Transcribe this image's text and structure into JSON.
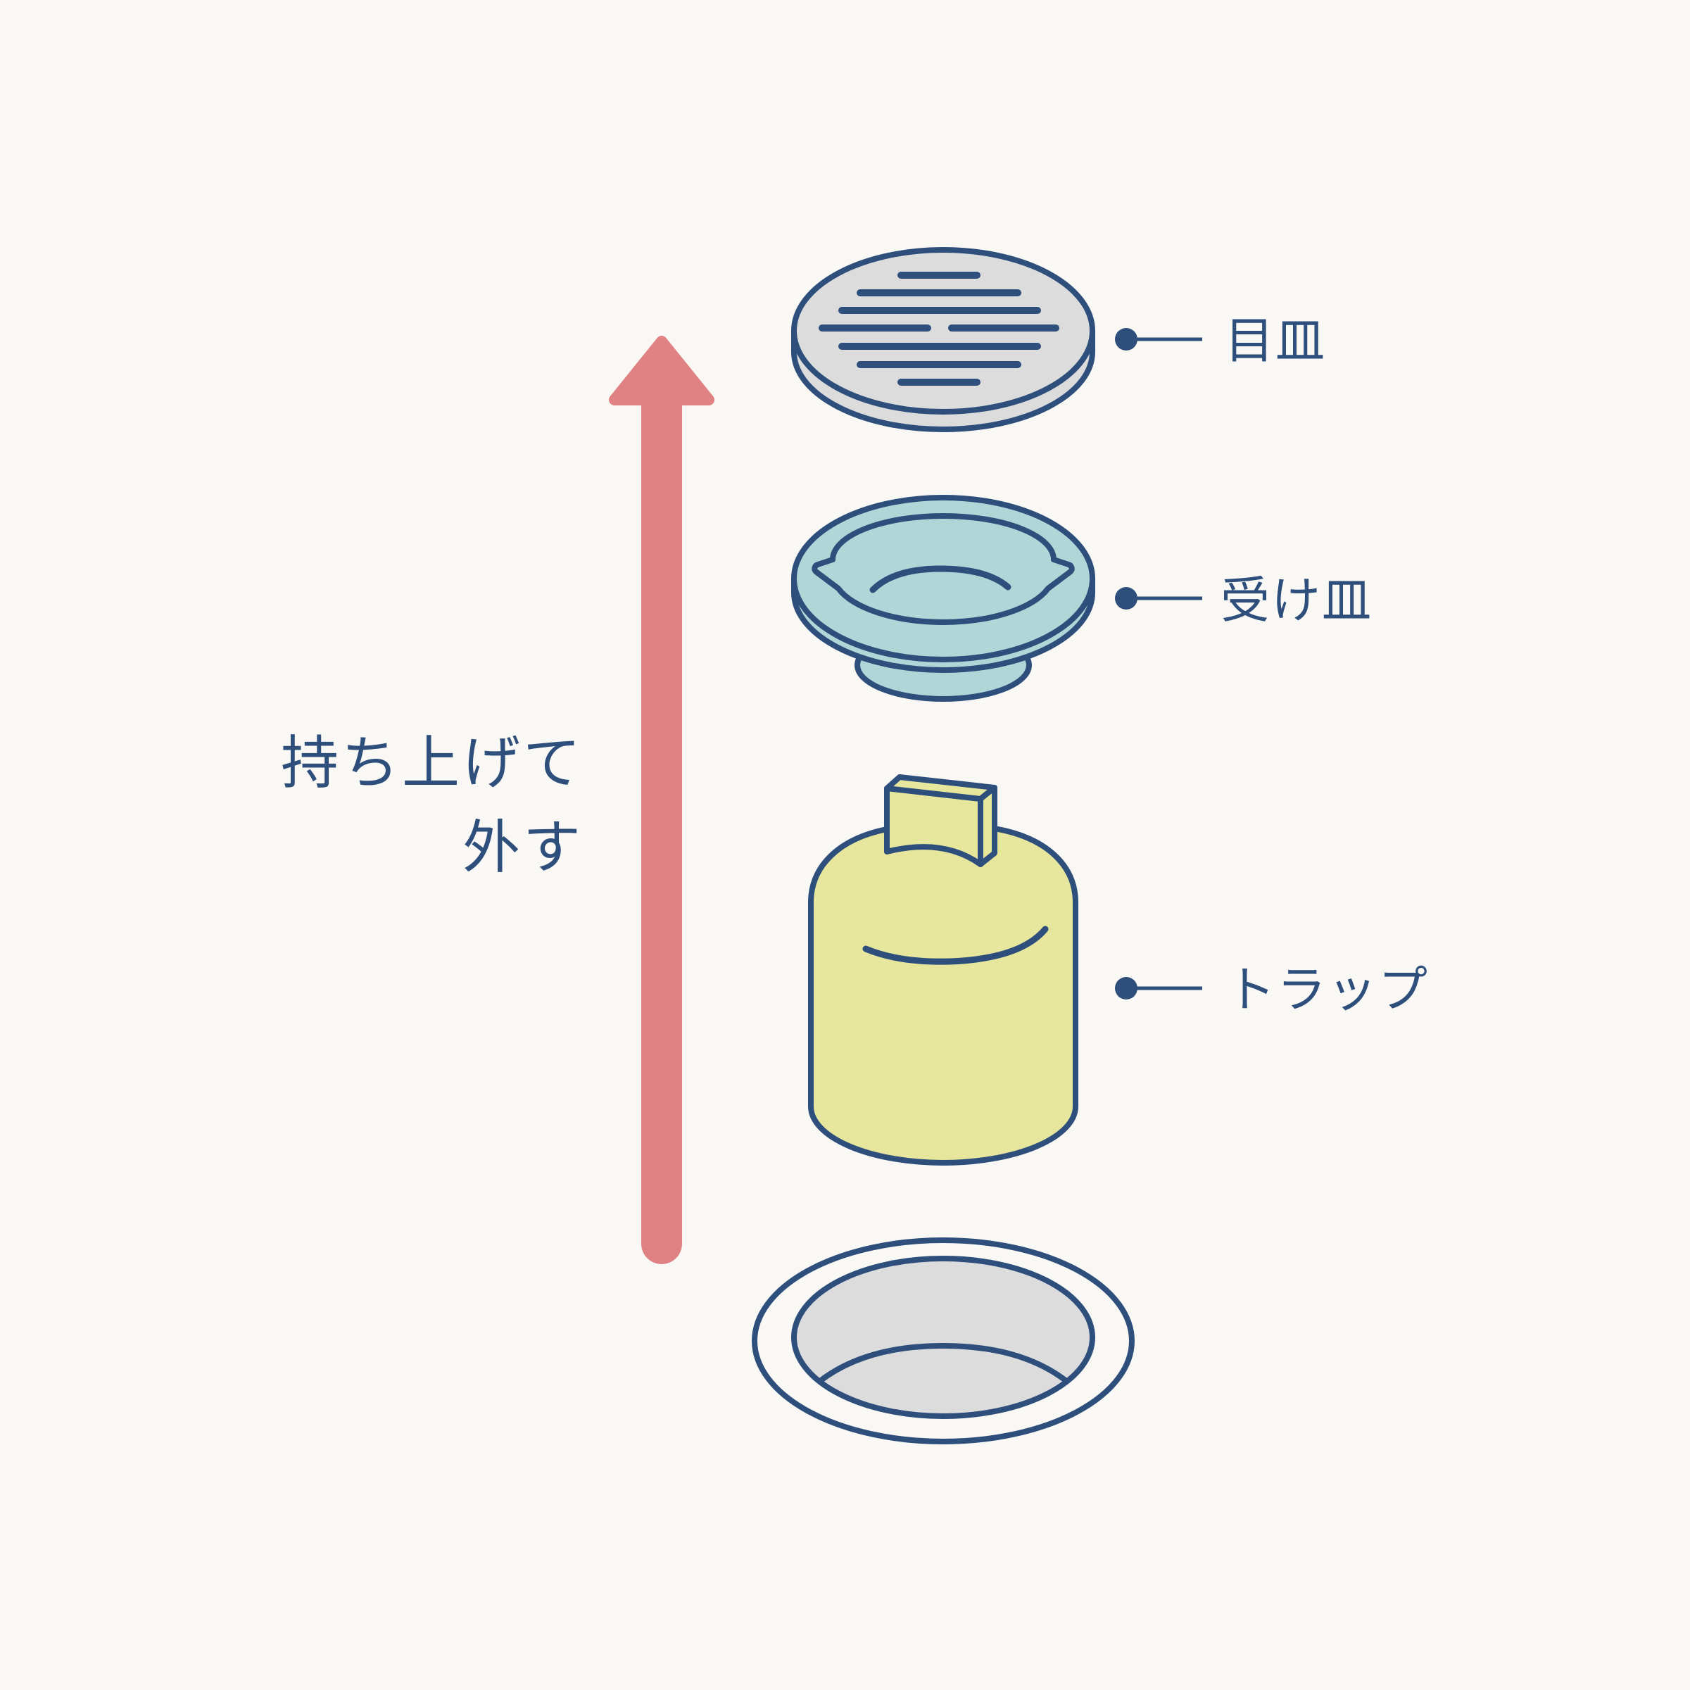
{
  "colors": {
    "background": "#f9f8f5",
    "outline": "#2e4f7c",
    "arrow": "#e08283",
    "grate_fill": "#dcdcdd",
    "saucer_fill": "#b2d6d8",
    "trap_fill": "#e6e79d",
    "drain_fill": "#dcdcdd"
  },
  "instruction": {
    "line1": "持ち上げて",
    "line2": "外す"
  },
  "parts": [
    {
      "key": "grate",
      "label": "目皿",
      "icon": "grate-icon"
    },
    {
      "key": "saucer",
      "label": "受け皿",
      "icon": "saucer-icon"
    },
    {
      "key": "trap",
      "label": "トラップ",
      "icon": "trap-icon"
    }
  ],
  "drain": {
    "icon": "drain-opening-icon"
  },
  "arrow": {
    "icon": "arrow-up-icon"
  }
}
